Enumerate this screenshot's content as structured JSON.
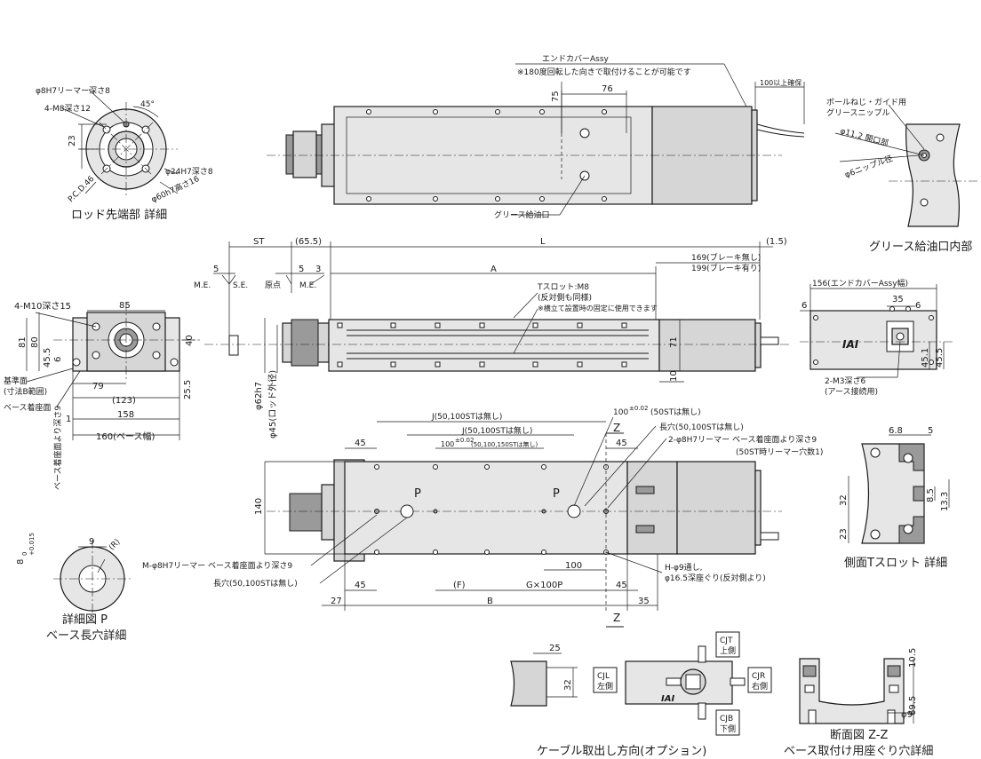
{
  "rod_detail": {
    "caption": "ロッド先端部 詳細",
    "reamer": "φ8H7リーマー深さ8",
    "tap": "4-M8深さ12",
    "angle": "45°",
    "dim23": "23",
    "pcd": "P.C.D.46",
    "bore24": "φ24H7深さ8",
    "od60": "φ60h7高さ16"
  },
  "top_view": {
    "endcover_label": "エンドカバーAssy",
    "endcover_note": "※180度回転した向きで取付けることが可能です",
    "dim76": "76",
    "dim75": "75",
    "clearance": "100以上確保",
    "grease_port": "グリース給油口"
  },
  "grease_detail": {
    "caption": "グリース給油口内部",
    "nipple_label1": "ボールねじ・ガイド用",
    "nipple_label2": "グリースニップル",
    "opening": "φ11.2 開口部",
    "nipple_dia": "φ6ニップル径"
  },
  "side_view": {
    "st": "ST",
    "d655": "(65.5)",
    "L": "L",
    "d15": "(1.5)",
    "d5a": "5",
    "d5b": "5",
    "d3": "3",
    "me1": "M.E.",
    "se": "S.E.",
    "origin": "原点",
    "me2": "M.E.",
    "A": "A",
    "brake_none": "169(ブレーキ無し)",
    "brake_with": "199(ブレーキ有り)",
    "tslot": "Tスロット:M8",
    "tslot2": "(反対側も同様)",
    "tslot3": "※横立て設置時の固定に使用できます",
    "d71": "71",
    "d10": "10",
    "rod62": "φ62h7",
    "rod45": "φ45(ロッド外径)"
  },
  "front_view": {
    "tap": "4-M10深さ15",
    "d85": "85",
    "d81": "81",
    "d80": "80",
    "d455": "45.5",
    "d6": "6",
    "d40": "40",
    "d79": "79",
    "d123": "(123)",
    "d255": "25.5",
    "ref_face": "基準面",
    "ref_dim": "(寸法B範囲)",
    "base_face": "ベース着座面",
    "d158": "158",
    "d1": "1",
    "d160": "160(ベース幅)"
  },
  "end_view": {
    "width156": "156(エンドカバーAssy幅)",
    "d6a": "6",
    "d35": "35",
    "d6b": "6",
    "ground": "2-M3深さ6",
    "ground2": "(アース接続用)",
    "d451": "45.1",
    "d455": "45.5",
    "logo": "IAI"
  },
  "bottom_view": {
    "J1": "J(50,100STは無し)",
    "J2": "J(50,100STは無し)",
    "d100tol": "100",
    "d100tol_sup": "±0.02",
    "d100tol_note": "(50STは無し)",
    "d100small": "100",
    "d100small_sup": "±0.02",
    "d100small_note": "(50,100,150STは無し)",
    "Z1": "Z",
    "Z2": "Z",
    "d45a": "45",
    "d45b": "45",
    "long_hole": "長穴(50,100STは無し)",
    "reamer2": "2-φ8H7リーマー ベース着座面より深さ9",
    "reamer2b": "(50ST時リーマー穴数1)",
    "d140": "140",
    "P1": "P",
    "P2": "P",
    "M_reamer": "M-φ8H7リーマー ベース着座面より深さ9",
    "long_hole2": "長穴(50,100STは無し)",
    "d100": "100",
    "H_hole": "H-φ9通し,",
    "H_hole2": "φ16.5深座ぐり(反対側より)",
    "d45c": "45",
    "F": "(F)",
    "G": "G×100P",
    "d45d": "45",
    "d27": "27",
    "B": "B",
    "d35": "35"
  },
  "tslot_detail": {
    "caption": "側面Tスロット 詳細",
    "d68": "6.8",
    "d5": "5",
    "d32": "32",
    "d85": "8.5",
    "d133": "13.3",
    "d23": "23"
  },
  "p_detail": {
    "caption1": "詳細図 P",
    "caption2": "ベース長穴詳細",
    "vert": "ベース着座面より深さ9",
    "d8": "8",
    "tol_up": "+0.015",
    "tol_dn": "0",
    "d9": "9",
    "R": "(R)"
  },
  "cable": {
    "caption": "ケーブル取出し方向(オプション)",
    "d25": "25",
    "d32": "32",
    "cjt1": "CJT",
    "cjt2": "上側",
    "cjl1": "CJL",
    "cjl2": "左側",
    "cjr1": "CJR",
    "cjr2": "右側",
    "cjb1": "CJB",
    "cjb2": "下側",
    "logo": "IAI"
  },
  "section": {
    "caption1": "断面図 Z-Z",
    "caption2": "ベース取付け用座ぐり穴詳細",
    "d105": "10.5",
    "d695": "69.5",
    "d9": "φ9"
  }
}
